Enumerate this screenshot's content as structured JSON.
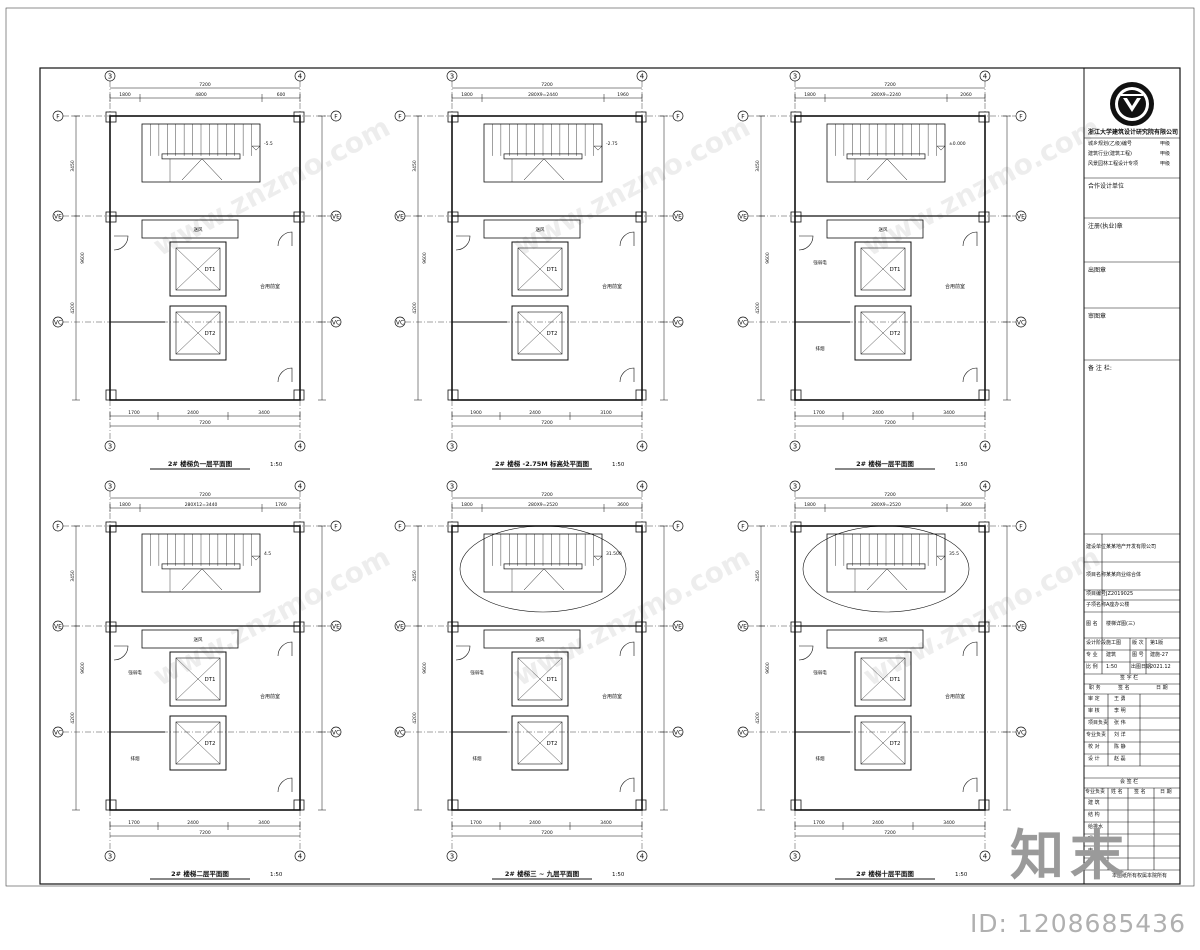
{
  "plans": [
    {
      "title": "2# 楼梯负一层平面图",
      "scale": "1:50",
      "axis_top": [
        "3",
        "4"
      ],
      "axis_side": [
        "F",
        "F",
        "VE",
        "VE",
        "VC",
        "VC"
      ],
      "dim_top": [
        "7200",
        "1800",
        "4800",
        "600"
      ],
      "dim_bottom": [
        "1700",
        "2400",
        "3400",
        "7200"
      ],
      "dim_left": [
        "3450",
        "9600",
        "4200"
      ],
      "room_labels": [
        "DT1",
        "DT2",
        "合用前室",
        "送风"
      ],
      "level_mark": "-5.5"
    },
    {
      "title": "2# 楼梯 -2.75M 标高处平面图",
      "scale": "1:50",
      "axis_top": [
        "3",
        "4"
      ],
      "axis_side": [
        "F",
        "F",
        "VE",
        "VE",
        "VC",
        "VC"
      ],
      "dim_top": [
        "7200",
        "1800",
        "280X9=2440",
        "1960"
      ],
      "dim_bottom": [
        "1900",
        "2400",
        "3100",
        "7200"
      ],
      "dim_left": [
        "3450",
        "9600",
        "4200"
      ],
      "room_labels": [
        "DT1",
        "DT2",
        "合用前室",
        "送风"
      ],
      "level_mark": "-2.75"
    },
    {
      "title": "2# 楼梯一层平面图",
      "scale": "1:50",
      "axis_top": [
        "3",
        "4"
      ],
      "axis_side": [
        "F",
        "F",
        "VE",
        "VE",
        "VC",
        "VC"
      ],
      "dim_top": [
        "7200",
        "1800",
        "280X9=2240",
        "2060"
      ],
      "dim_bottom": [
        "1700",
        "2400",
        "3400",
        "7200"
      ],
      "dim_left": [
        "3450",
        "9600",
        "4200"
      ],
      "room_labels": [
        "DT1",
        "DT2",
        "合用前室",
        "送风",
        "强弱电",
        "排烟"
      ],
      "level_mark": "±0.000"
    },
    {
      "title": "2# 楼梯二层平面图",
      "scale": "1:50",
      "axis_top": [
        "3",
        "4"
      ],
      "axis_side": [
        "F",
        "F",
        "VE",
        "VE",
        "VC",
        "VC"
      ],
      "dim_top": [
        "7200",
        "1800",
        "280X12=3440",
        "1760"
      ],
      "dim_bottom": [
        "1700",
        "2400",
        "3400",
        "7200"
      ],
      "dim_left": [
        "3450",
        "9600",
        "4200"
      ],
      "room_labels": [
        "DT1",
        "DT2",
        "合用前室",
        "送风",
        "强弱电",
        "排烟"
      ],
      "level_mark": "4.5"
    },
    {
      "title": "2# 楼梯三 ~ 九层平面图",
      "scale": "1:50",
      "axis_top": [
        "3",
        "4"
      ],
      "axis_side": [
        "F",
        "F",
        "VE",
        "VE",
        "VC",
        "VC"
      ],
      "dim_top": [
        "7200",
        "1800",
        "280X9=2520",
        "3600"
      ],
      "dim_bottom": [
        "1700",
        "2400",
        "3400",
        "7200"
      ],
      "dim_left": [
        "3450",
        "9600",
        "4200"
      ],
      "room_labels": [
        "DT1",
        "DT2",
        "合用前室",
        "送风",
        "强弱电",
        "排烟"
      ],
      "level_mark": "31.500"
    },
    {
      "title": "2# 楼梯十层平面图",
      "scale": "1:50",
      "axis_top": [
        "3",
        "4"
      ],
      "axis_side": [
        "F",
        "F",
        "VE",
        "VE",
        "VC",
        "VC"
      ],
      "dim_top": [
        "7200",
        "1800",
        "280X9=2520",
        "3600"
      ],
      "dim_bottom": [
        "1700",
        "2400",
        "3400",
        "7200"
      ],
      "dim_left": [
        "3450",
        "9600",
        "4200"
      ],
      "room_labels": [
        "DT1",
        "DT2",
        "合用前室",
        "送风",
        "强弱电",
        "排烟"
      ],
      "level_mark": "35.5"
    }
  ],
  "title_block": {
    "company": "浙江大学建筑设计研究院有限公司",
    "qualifications": [
      {
        "label": "城乡规划(乙级)编号",
        "value": "甲级"
      },
      {
        "label": "建筑行业(建筑工程)",
        "value": "甲级"
      },
      {
        "label": "风景园林工程设计专项",
        "value": "甲级"
      }
    ],
    "sections": [
      "合作设计单位",
      "注册(执业)章",
      "出图章",
      "审图章",
      "备 注 栏:"
    ],
    "client_label": "建设单位",
    "client": "某某地产开发有限公司",
    "project_label": "项目名称",
    "project": "某某商业综合体",
    "project_no_label": "项目编号",
    "project_no": "JZ2019025",
    "subitem_label": "子项名称",
    "subitem": "A座办公楼",
    "drawing_label": "图 名",
    "drawing_name": "楼梯详图(三)",
    "info_rows": [
      {
        "label": "设计阶段",
        "value": "施工图",
        "label2": "版 次",
        "value2": "第1版"
      },
      {
        "label": "专 业",
        "value": "建筑",
        "label2": "图 号",
        "value2": "建施-27"
      },
      {
        "label": "比 例",
        "value": "1:50",
        "label2": "出图日期",
        "value2": "2021.12"
      }
    ],
    "sign_header": "签 字 栏",
    "sign_cols": [
      "职 务",
      "签 名",
      "日 期"
    ],
    "sign_rows": [
      {
        "role": "审 定",
        "name": "王 勇"
      },
      {
        "role": "审 核",
        "name": "李 明"
      },
      {
        "role": "项目负责",
        "name": "张 伟"
      },
      {
        "role": "专业负责",
        "name": "刘 洋"
      },
      {
        "role": "校 对",
        "name": "陈 静"
      },
      {
        "role": "设 计",
        "name": "赵 磊"
      }
    ],
    "cosign_header": "会 签 栏",
    "cosign_cols": [
      "专业负责",
      "姓 名",
      "签 名",
      "日 期"
    ],
    "cosign_rows": [
      "建 筑",
      "结 构",
      "给排水",
      "暖 通",
      "电 气"
    ],
    "footer": "本图纸所有权属本院所有"
  },
  "watermarks": {
    "url": "www.znzmo.com",
    "brand": "知末",
    "id_text": "ID: 1208685436"
  }
}
